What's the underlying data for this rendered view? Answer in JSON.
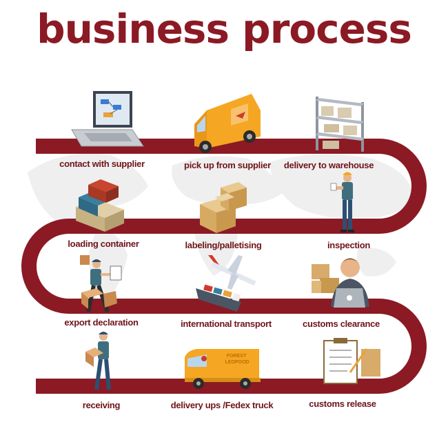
{
  "title": "business process",
  "colors": {
    "path": "#8b1a24",
    "label": "#6e1419",
    "map": "#eeeeee"
  },
  "steps": [
    {
      "label": "contact with supplier",
      "icon": "laptop-icon"
    },
    {
      "label": "pick up from supplier",
      "icon": "van-icon"
    },
    {
      "label": "delivery to warehouse",
      "icon": "warehouse-shelf-icon"
    },
    {
      "label": "inspection",
      "icon": "inspector-worker-icon"
    },
    {
      "label": "labeling/palletising",
      "icon": "pallet-boxes-icon"
    },
    {
      "label": "loading container",
      "icon": "shipping-container-icon"
    },
    {
      "label": "export declaration",
      "icon": "worker-with-clipboard-icon"
    },
    {
      "label": "international  transport",
      "icon": "plane-and-ship-icon"
    },
    {
      "label": "customs clearance",
      "icon": "customs-officer-laptop-icon"
    },
    {
      "label": "customs release",
      "icon": "clipboard-checklist-icon"
    },
    {
      "label": "delivery ups /Fedex truck",
      "icon": "delivery-truck-icon"
    },
    {
      "label": "receiving",
      "icon": "worker-carrying-box-icon"
    }
  ],
  "truck_text": "FOREST\nLEOPOOD"
}
